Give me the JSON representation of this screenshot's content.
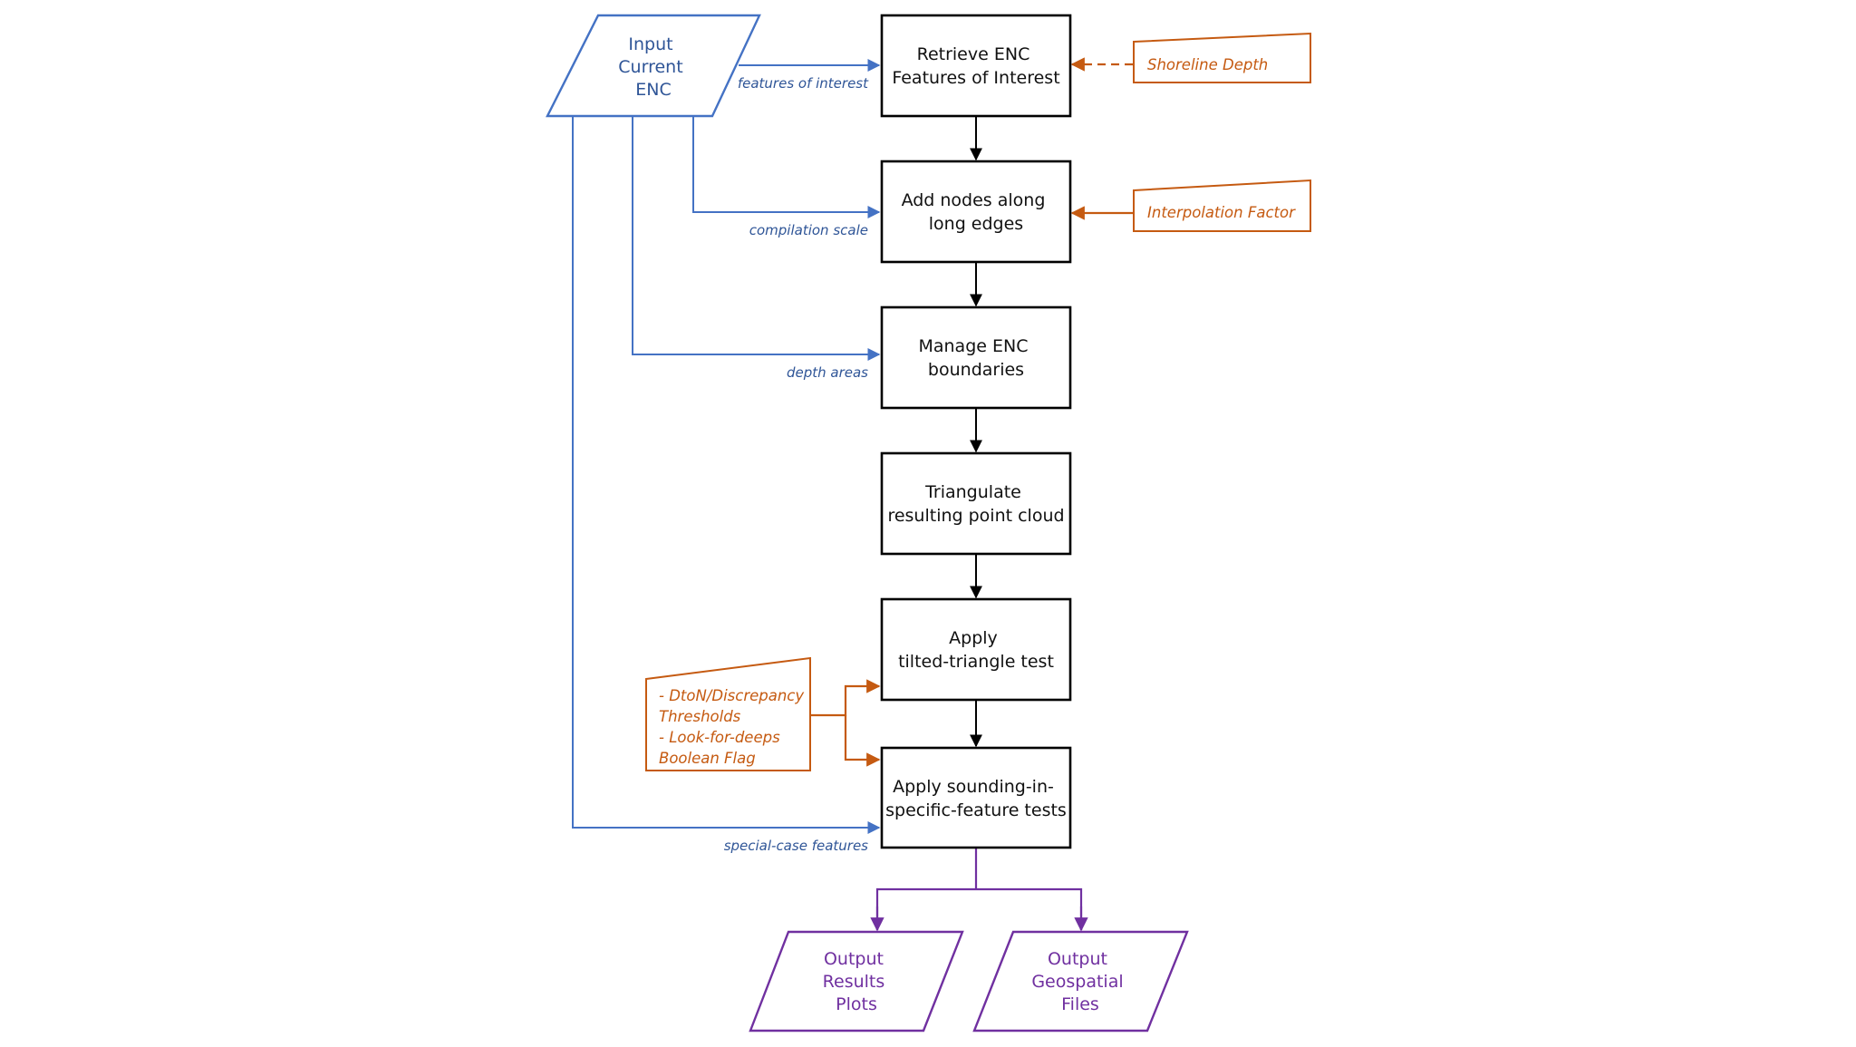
{
  "input": {
    "lines": [
      "Input",
      "Current",
      "ENC"
    ]
  },
  "process_boxes": [
    {
      "lines": [
        "Retrieve ENC",
        "Features of Interest"
      ]
    },
    {
      "lines": [
        "Add nodes along",
        "long edges"
      ]
    },
    {
      "lines": [
        "Manage ENC",
        "boundaries"
      ]
    },
    {
      "lines": [
        "Triangulate",
        "resulting point cloud"
      ]
    },
    {
      "lines": [
        "Apply",
        "tilted-triangle test"
      ]
    },
    {
      "lines": [
        "Apply sounding-in-",
        "specific-feature tests"
      ]
    }
  ],
  "parameters": {
    "shoreline_depth": "Shoreline Depth",
    "interpolation_factor": "Interpolation Factor",
    "thresholds_lines": [
      "- DtoN/Discrepancy",
      "Thresholds",
      "- Look-for-deeps",
      "Boolean Flag"
    ]
  },
  "edge_labels": {
    "features_of_interest": "features of interest",
    "compilation_scale": "compilation scale",
    "depth_areas": "depth areas",
    "special_case_features": "special-case features"
  },
  "outputs": [
    {
      "lines": [
        "Output",
        "Results",
        "Plots"
      ]
    },
    {
      "lines": [
        "Output",
        "Geospatial",
        "Files"
      ]
    }
  ],
  "colors": {
    "input": "#2f5597",
    "parameter": "#c55a11",
    "output": "#7030a0",
    "process": "#000000"
  }
}
